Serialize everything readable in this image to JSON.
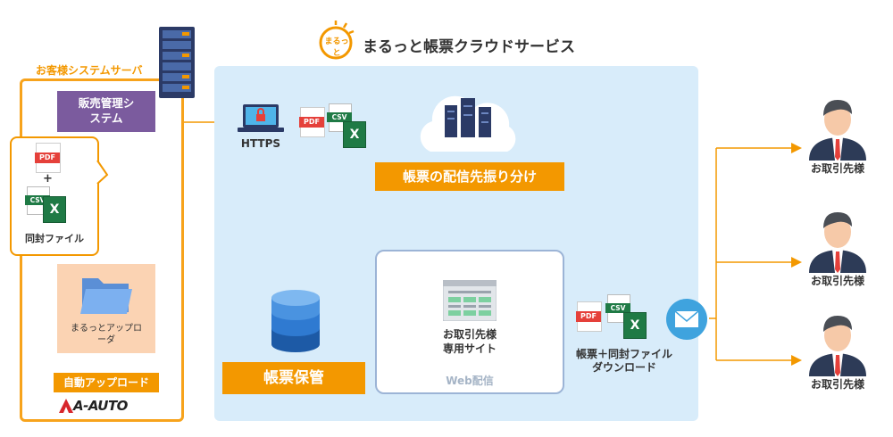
{
  "service": {
    "logo_text": "まるっと",
    "title": "まるっと帳票クラウドサービス"
  },
  "customer_server": {
    "title": "お客様システムサーバ",
    "sales_system": "販売管理システム",
    "pdf_label": "PDF",
    "plus": "+",
    "csv_label": "CSV",
    "excel_label": "X",
    "enclosed_files": "同封ファイル",
    "uploader": "まるっとアップローダ",
    "auto_upload": "自動アップロード",
    "vendor_logo": "A-AUTO"
  },
  "cloud": {
    "https_label": "HTTPS",
    "pdf_label": "PDF",
    "csv_label": "CSV",
    "excel_label": "X",
    "distribution": "帳票の配信先振り分け",
    "storage": "帳票保管",
    "customer_site_line1": "お取引先様",
    "customer_site_line2": "専用サイト",
    "web_delivery": "Web配信",
    "download_line1": "帳票＋同封ファイル",
    "download_line2": "ダウンロード"
  },
  "partners": [
    {
      "label": "お取引先様"
    },
    {
      "label": "お取引先様"
    },
    {
      "label": "お取引先様"
    }
  ],
  "colors": {
    "orange": "#f39800",
    "purple": "#7b5b9e",
    "cloud_bg": "#d8ecfa",
    "pdf_red": "#e5403a",
    "excel_green": "#1f7a45",
    "db_blue": "#2f7ad1",
    "mail_blue": "#3fa3de"
  }
}
